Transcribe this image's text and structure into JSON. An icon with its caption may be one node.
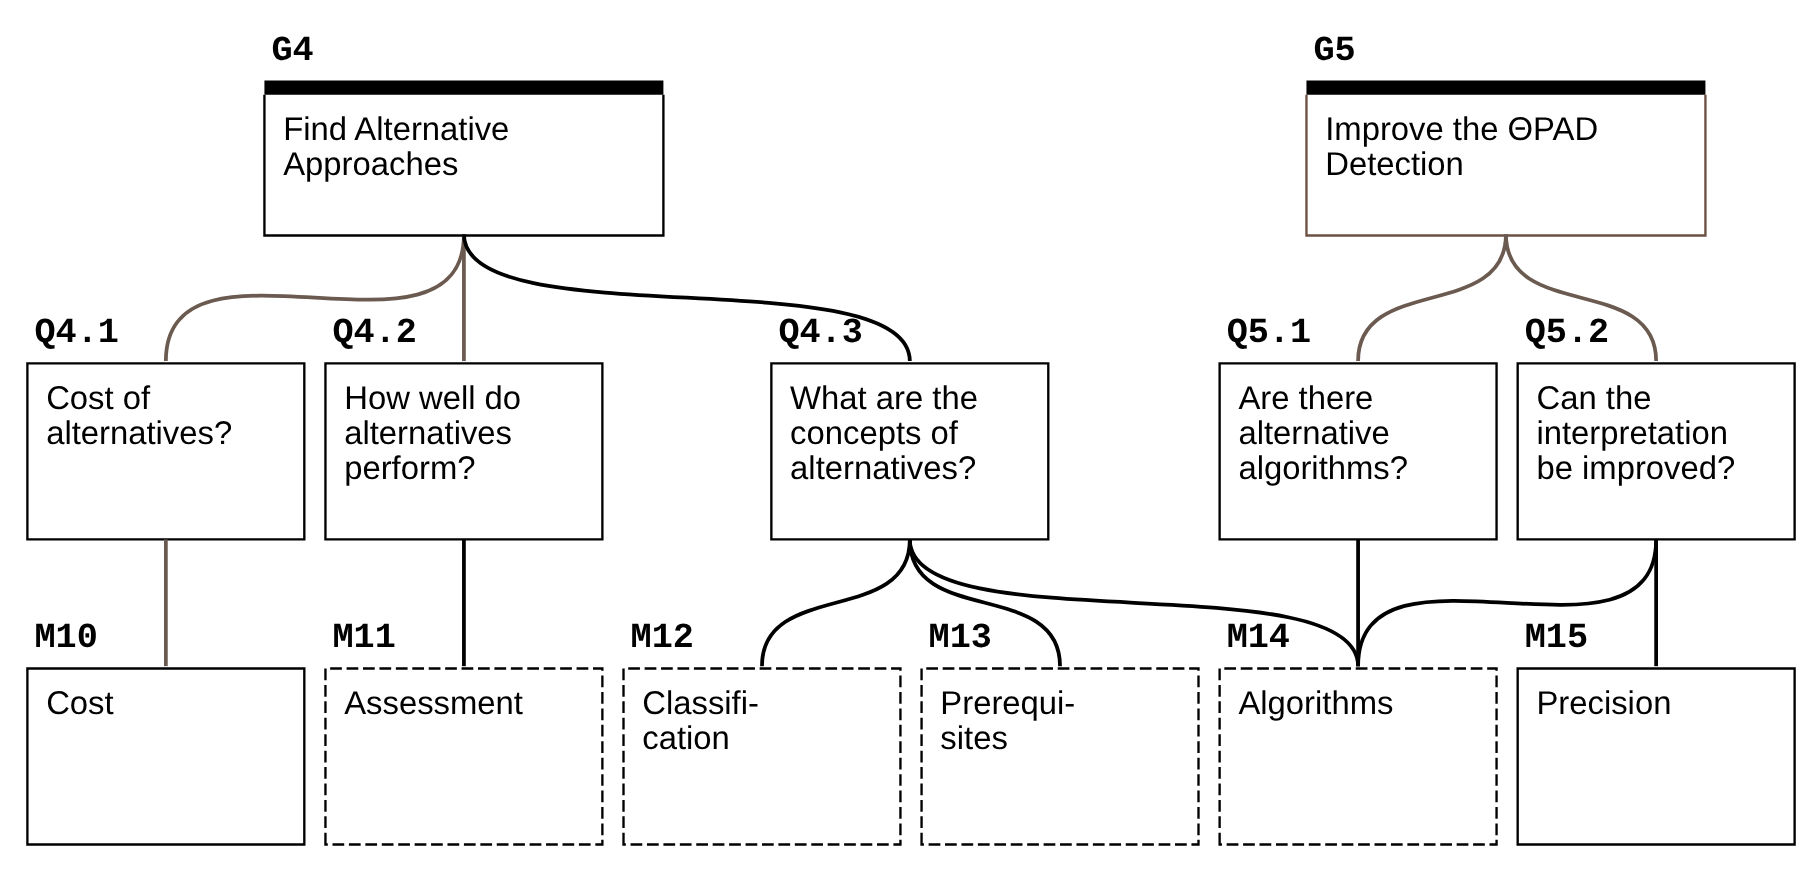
{
  "diagram": {
    "nodes": [
      {
        "text": [
          "G4",
          "Find Alternative Approaches"
        ]
      },
      {
        "text": [
          "G5",
          "Improve the ΘPAD Detection"
        ]
      },
      {
        "text": [
          "Q4.1",
          "Cost of alternatives?"
        ]
      },
      {
        "text": [
          "Q4.2",
          "How well do alternatives perform?"
        ]
      },
      {
        "text": [
          "Q4.3",
          "What are the concepts of alternatives?"
        ]
      },
      {
        "text": [
          "Q5.1",
          "Are there alternative algorithms?"
        ]
      },
      {
        "text": [
          "Q5.2",
          "Can the interpretation be improved?"
        ]
      },
      {
        "text": [
          "M10",
          "Cost"
        ]
      },
      {
        "text": [
          "M11",
          "Assessment"
        ]
      },
      {
        "text": [
          "M12",
          "Classifi- cation"
        ]
      },
      {
        "text": [
          "M13",
          "Prerequi- sites"
        ]
      },
      {
        "text": [
          "M14",
          "Algorithms"
        ]
      },
      {
        "text": [
          "M15",
          "Precision"
        ]
      }
    ],
    "edges": [
      {
        "from": 0,
        "to": 2,
        "arrow": "none",
        "color": "#6b5a50"
      },
      {
        "from": 0,
        "to": 3,
        "arrow": "none",
        "color": "#6b5a50"
      },
      {
        "from": 0,
        "to": 4,
        "arrow": "none"
      },
      {
        "from": 1,
        "to": 5,
        "arrow": "none",
        "color": "#6b5a50"
      },
      {
        "from": 1,
        "to": 6,
        "arrow": "none",
        "color": "#6b5a50"
      },
      {
        "from": 2,
        "to": 7,
        "arrow": "none",
        "color": "#6b5a50"
      },
      {
        "from": 3,
        "to": 8,
        "arrow": "none"
      },
      {
        "from": 4,
        "to": 9,
        "arrow": "none"
      },
      {
        "from": 4,
        "to": 10,
        "arrow": "none"
      },
      {
        "from": 4,
        "to": 11,
        "arrow": "none"
      },
      {
        "from": 5,
        "to": 11,
        "arrow": "none"
      },
      {
        "from": 6,
        "to": 11,
        "arrow": "none"
      },
      {
        "from": 6,
        "to": 12,
        "arrow": "none"
      }
    ]
  }
}
